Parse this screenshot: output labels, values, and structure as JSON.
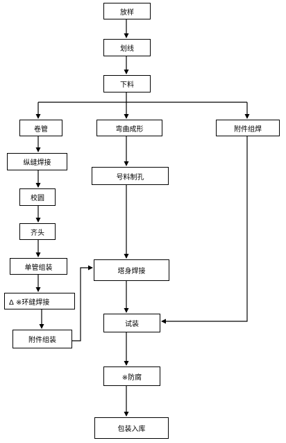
{
  "diagram": {
    "line_color": "#000000",
    "box_border_color": "#000000",
    "steps": {
      "fangyang": "放样",
      "huaxian": "划线",
      "xialiao": "下料",
      "juanguan": "卷管",
      "wanquchengxing": "弯曲成形",
      "fujianzuhan": "附件组焊",
      "zongfenghanjie": "纵缝焊接",
      "haoliaozhikong": "号料制孔",
      "jiaoyuan": "校圆",
      "qitou": "齐头",
      "danguanzuzhuang": "单管组装",
      "tashenhanjie": "塔身焊接",
      "huanfenghanjie": "Δ ※环缝焊接",
      "shizhuang": "试装",
      "fujianzuzhuang": "附件组装",
      "fangfu": "※防腐",
      "baozhuangruku": "包装入库"
    }
  }
}
